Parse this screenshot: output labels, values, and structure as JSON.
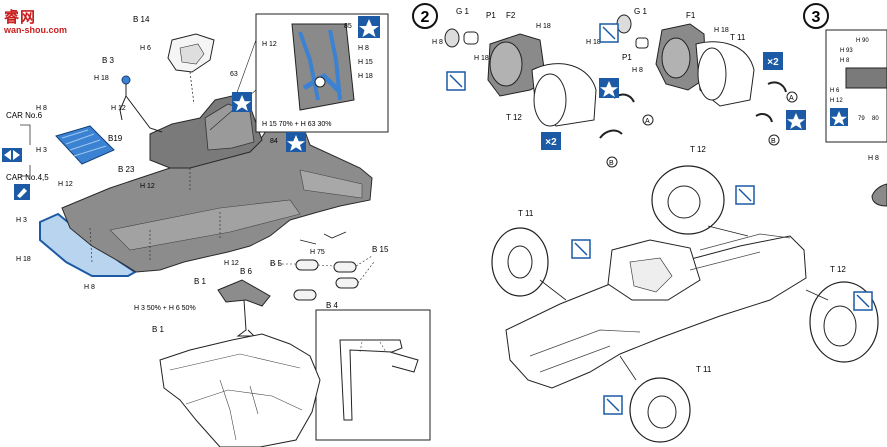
{
  "watermark": {
    "chinese": "睿网",
    "url": "wan-shou.com"
  },
  "steps": {
    "two": "2",
    "three": "3"
  },
  "paint": {
    "h6": "H 6",
    "h8": "H 8",
    "h12": "H 12",
    "h18": "H 18",
    "h3": "H 3",
    "h15": "H 15",
    "h75": "H 75",
    "h90": "H 90",
    "h93": "H 93",
    "mix_1": "H 15 70% + H 63 30%",
    "mix_2": "H 3 50% + H 6 50%",
    "c63": "63",
    "c84": "84",
    "c85": "85",
    "c79": "79",
    "c80": "80"
  },
  "parts": {
    "b14": "B 14",
    "b3": "B 3",
    "b19": "B19",
    "b23": "B 23",
    "b1": "B 1",
    "b6": "B 6",
    "b5": "B 5",
    "b15": "B 15",
    "b4": "B 4",
    "g1": "G 1",
    "p1": "P1",
    "f1": "F1",
    "f2": "F2",
    "t11": "T 11",
    "t12": "T 12",
    "ca": "A",
    "cb": "B"
  },
  "car_labels": {
    "car6": "CAR No.6",
    "car45": "CAR No.4,5"
  },
  "multipliers": {
    "x2": "×2"
  }
}
